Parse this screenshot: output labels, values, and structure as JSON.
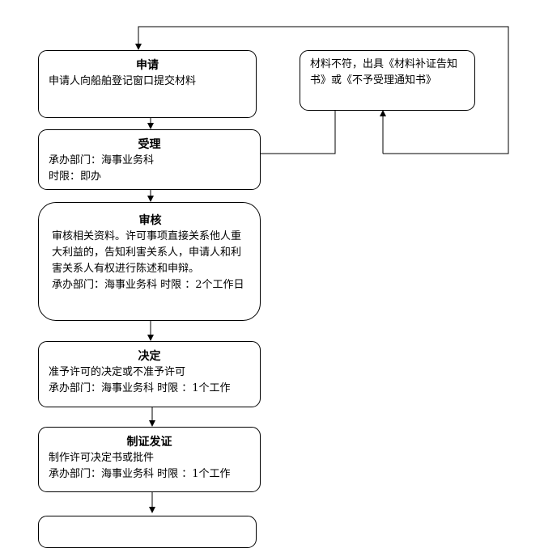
{
  "steps": {
    "apply": {
      "title": "申请",
      "lines": [
        "申请人向船舶登记窗口提交材料"
      ]
    },
    "accept": {
      "title": "受理",
      "lines": [
        "承办部门：海事业务科",
        "时限：即办"
      ]
    },
    "review": {
      "title": "审核",
      "lines": [
        "审核相关资料。许可事项直接关系他人重大利益的，告知利害关系人，申请人和利害关系人有权进行陈述和申辩。",
        "承办部门：海事业务科 时限 ：2个工作日"
      ]
    },
    "decide": {
      "title": "决定",
      "lines": [
        "准予许可的决定或不准予许可",
        "承办部门：海事业务科 时限 ：1个工作"
      ]
    },
    "issue": {
      "title": "制证发证",
      "lines": [
        "制作许可决定书或批件",
        "承办部门：海事业务科 时限 ：1个工作"
      ]
    }
  },
  "side_note": {
    "text": "材料不符，出具《材料补证告知书》或《不予受理通知书》"
  }
}
